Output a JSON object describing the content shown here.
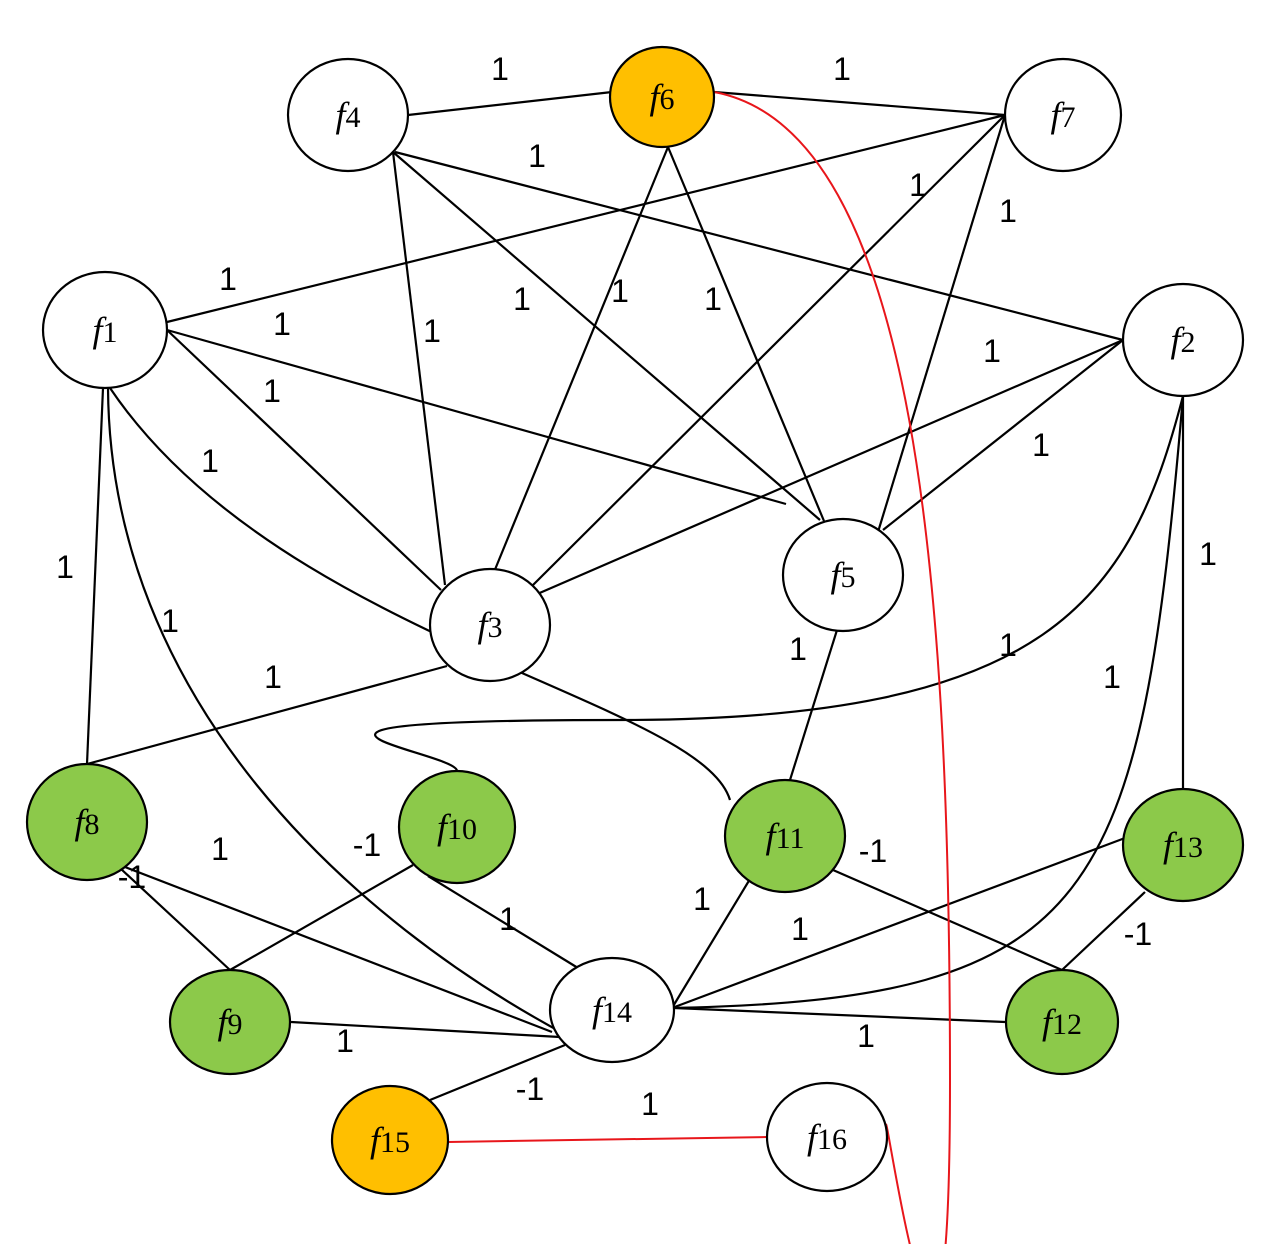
{
  "colors": {
    "default_fill": "#ffffff",
    "green": "#8cc94a",
    "orange": "#ffbf00",
    "highlight_edge": "#e8161b",
    "highlight_border": "#e8161b",
    "edge": "#000000"
  },
  "nodes": [
    {
      "id": "f1",
      "label_letter": "f",
      "label_index": "1",
      "fill": "default_fill"
    },
    {
      "id": "f2",
      "label_letter": "f",
      "label_index": "2",
      "fill": "default_fill"
    },
    {
      "id": "f3",
      "label_letter": "f",
      "label_index": "3",
      "fill": "default_fill"
    },
    {
      "id": "f4",
      "label_letter": "f",
      "label_index": "4",
      "fill": "default_fill"
    },
    {
      "id": "f5",
      "label_letter": "f",
      "label_index": "5",
      "fill": "default_fill"
    },
    {
      "id": "f6",
      "label_letter": "f",
      "label_index": "6",
      "fill": "orange"
    },
    {
      "id": "f7",
      "label_letter": "f",
      "label_index": "7",
      "fill": "default_fill"
    },
    {
      "id": "f8",
      "label_letter": "f",
      "label_index": "8",
      "fill": "green"
    },
    {
      "id": "f9",
      "label_letter": "f",
      "label_index": "9",
      "fill": "green",
      "highlighted": true
    },
    {
      "id": "f10",
      "label_letter": "f",
      "label_index": "10",
      "fill": "green"
    },
    {
      "id": "f11",
      "label_letter": "f",
      "label_index": "11",
      "fill": "green"
    },
    {
      "id": "f12",
      "label_letter": "f",
      "label_index": "12",
      "fill": "green",
      "highlighted": true
    },
    {
      "id": "f13",
      "label_letter": "f",
      "label_index": "13",
      "fill": "green"
    },
    {
      "id": "f14",
      "label_letter": "f",
      "label_index": "14",
      "fill": "default_fill"
    },
    {
      "id": "f15",
      "label_letter": "f",
      "label_index": "15",
      "fill": "orange",
      "highlighted": true
    },
    {
      "id": "f16",
      "label_letter": "f",
      "label_index": "16",
      "fill": "default_fill"
    }
  ],
  "edges": [
    {
      "from": "f4",
      "to": "f6",
      "weight": "1"
    },
    {
      "from": "f6",
      "to": "f7",
      "weight": "1"
    },
    {
      "from": "f4",
      "to": "f2",
      "weight": "1"
    },
    {
      "from": "f7",
      "to": "f1",
      "weight": "1"
    },
    {
      "from": "f7",
      "to": "f3",
      "weight": "1"
    },
    {
      "from": "f7",
      "to": "f5",
      "weight": "1"
    },
    {
      "from": "f4",
      "to": "f3",
      "weight": "1"
    },
    {
      "from": "f4",
      "to": "f5",
      "weight": "1"
    },
    {
      "from": "f6",
      "to": "f3",
      "weight": "1"
    },
    {
      "from": "f6",
      "to": "f5",
      "weight": "1"
    },
    {
      "from": "f1",
      "to": "f3",
      "weight": "1"
    },
    {
      "from": "f1",
      "to": "f5",
      "weight": "1"
    },
    {
      "from": "f2",
      "to": "f3",
      "weight": "1"
    },
    {
      "from": "f2",
      "to": "f5",
      "weight": "1"
    },
    {
      "from": "f1",
      "to": "f11",
      "weight": "1"
    },
    {
      "from": "f1",
      "to": "f8",
      "weight": "1"
    },
    {
      "from": "f1",
      "to": "f14",
      "weight": "1"
    },
    {
      "from": "f3",
      "to": "f8",
      "weight": "1"
    },
    {
      "from": "f5",
      "to": "f11",
      "weight": "1"
    },
    {
      "from": "f2",
      "to": "f10",
      "weight": "1"
    },
    {
      "from": "f2",
      "to": "f14",
      "weight": "1"
    },
    {
      "from": "f2",
      "to": "f13",
      "weight": "1"
    },
    {
      "from": "f8",
      "to": "f9",
      "weight": "-1"
    },
    {
      "from": "f8",
      "to": "f14",
      "weight": "1"
    },
    {
      "from": "f10",
      "to": "f9",
      "weight": "-1"
    },
    {
      "from": "f10",
      "to": "f14",
      "weight": "1"
    },
    {
      "from": "f11",
      "to": "f14",
      "weight": "1"
    },
    {
      "from": "f11",
      "to": "f12",
      "weight": "-1"
    },
    {
      "from": "f13",
      "to": "f14",
      "weight": "1"
    },
    {
      "from": "f13",
      "to": "f12",
      "weight": "-1"
    },
    {
      "from": "f9",
      "to": "f14",
      "weight": "1"
    },
    {
      "from": "f14",
      "to": "f12",
      "weight": "1"
    },
    {
      "from": "f14",
      "to": "f15",
      "weight": "-1"
    },
    {
      "from": "f15",
      "to": "f16",
      "weight": "1",
      "highlighted": true
    },
    {
      "from": "f6",
      "to": "f16",
      "weight": "",
      "highlighted": true
    }
  ]
}
